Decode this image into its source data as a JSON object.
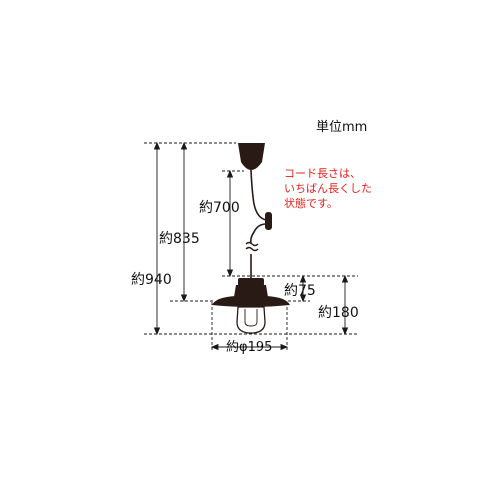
{
  "unit_label": "単位mm",
  "note_lines": [
    "コード長さは、",
    "いちばん長くした",
    "状態です。"
  ],
  "dimensions": {
    "total_height": "約940",
    "height_835": "約835",
    "cord_length": "約700",
    "socket_height": "約75",
    "shade_height": "約180",
    "shade_diameter": "約φ195"
  },
  "colors": {
    "line": "#1a1a1a",
    "fixture": "#2a1a16",
    "note": "#e0231b"
  }
}
